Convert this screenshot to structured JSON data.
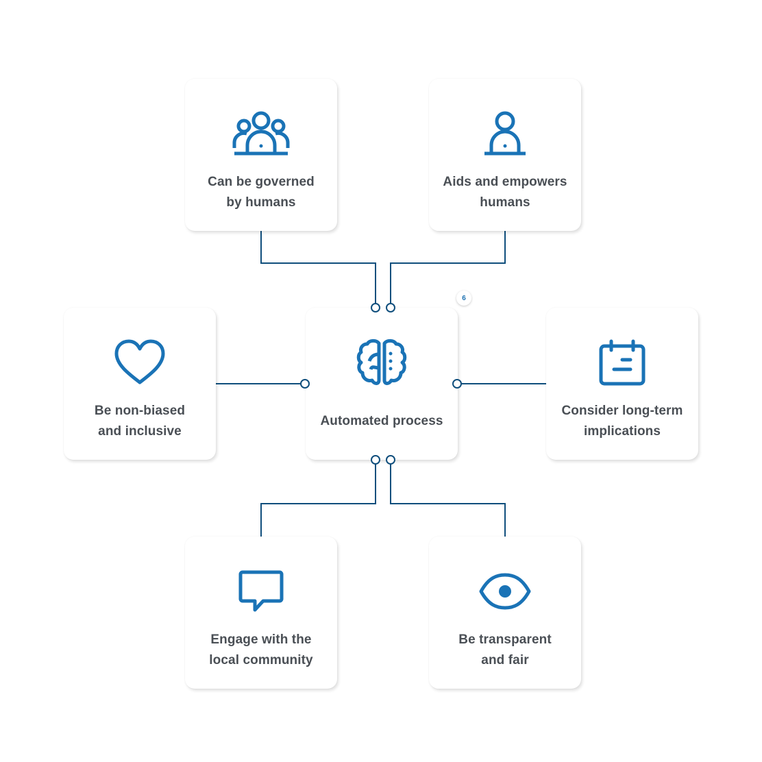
{
  "colors": {
    "icon": "#1a73b6",
    "connector": "#0f4e7c",
    "label": "#4a4f55",
    "card": "#ffffff"
  },
  "badge": {
    "value": "6"
  },
  "center": {
    "label": "Automated process",
    "icon": "brain-icon"
  },
  "principles": [
    {
      "id": "governed",
      "label_lines": [
        "Can be governed",
        "by humans"
      ],
      "icon": "people-group-icon"
    },
    {
      "id": "empowers",
      "label_lines": [
        "Aids and empowers",
        "humans"
      ],
      "icon": "person-icon"
    },
    {
      "id": "nonbiased",
      "label_lines": [
        "Be non-biased",
        "and inclusive"
      ],
      "icon": "heart-icon"
    },
    {
      "id": "longterm",
      "label_lines": [
        "Consider long-term",
        "implications"
      ],
      "icon": "calendar-icon"
    },
    {
      "id": "community",
      "label_lines": [
        "Engage with the",
        "local community"
      ],
      "icon": "speech-bubble-icon"
    },
    {
      "id": "transparent",
      "label_lines": [
        "Be transparent",
        "and fair"
      ],
      "icon": "eye-icon"
    }
  ]
}
